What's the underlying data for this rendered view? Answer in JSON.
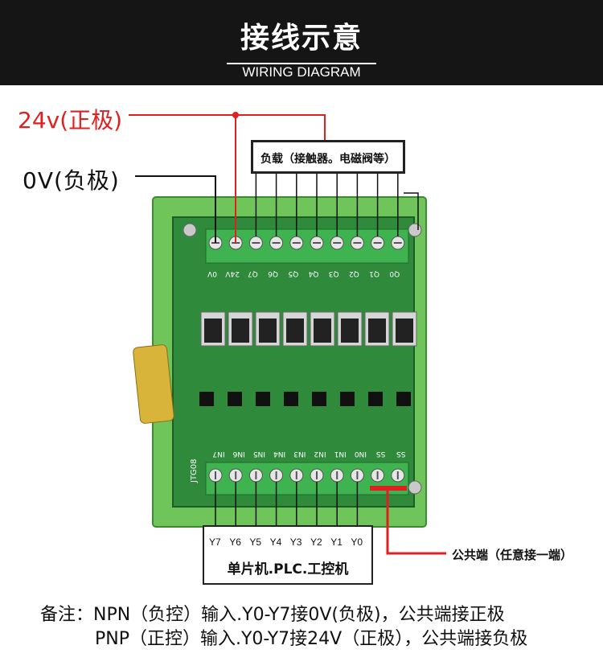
{
  "header": {
    "title": "接线示意",
    "subtitle": "WIRING DIAGRAM"
  },
  "labels": {
    "positive": "24v(正极)",
    "negative": "0V(负极)",
    "load": "负载（接触器。电磁阀等）",
    "common": "公共端（任意接一端）",
    "controller": "单片机.PLC.工控机"
  },
  "output_terminals": [
    "0V",
    "24V",
    "Q7",
    "Q6",
    "Q5",
    "Q4",
    "Q3",
    "Q2",
    "Q1",
    "Q0"
  ],
  "input_terminals": [
    "IN7",
    "IN6",
    "IN5",
    "IN4",
    "IN3",
    "IN2",
    "IN1",
    "IN0",
    "SS",
    "SS"
  ],
  "inputs": [
    "Y7",
    "Y6",
    "Y5",
    "Y4",
    "Y3",
    "Y2",
    "Y1",
    "Y0"
  ],
  "board_model": "JTG08",
  "notes": {
    "npn": "备注：NPN（负控）输入.Y0-Y7接0V(负极)，公共端接正极",
    "pnp": "PNP（正控）输入.Y0-Y7接24V（正极），公共端接负极"
  },
  "colors": {
    "header_bg": "#151515",
    "positive_wire": "#e02020",
    "board": "#2f8a3c",
    "rail": "#6fc45a",
    "terminal": "#3fb34f"
  }
}
